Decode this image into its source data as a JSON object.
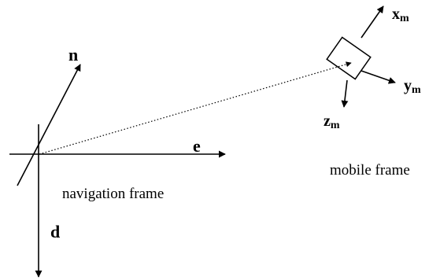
{
  "navigation_frame": {
    "label": "navigation frame",
    "axes": {
      "north": "n",
      "east": "e",
      "down": "d"
    }
  },
  "mobile_frame": {
    "label": "mobile frame",
    "axes": {
      "x": {
        "base": "x",
        "sub": "m"
      },
      "y": {
        "base": "y",
        "sub": "m"
      },
      "z": {
        "base": "z",
        "sub": "m"
      }
    }
  },
  "colors": {
    "ink": "#000000",
    "background": "#ffffff"
  },
  "icons": {
    "vector": "dotted-position-arrow"
  }
}
